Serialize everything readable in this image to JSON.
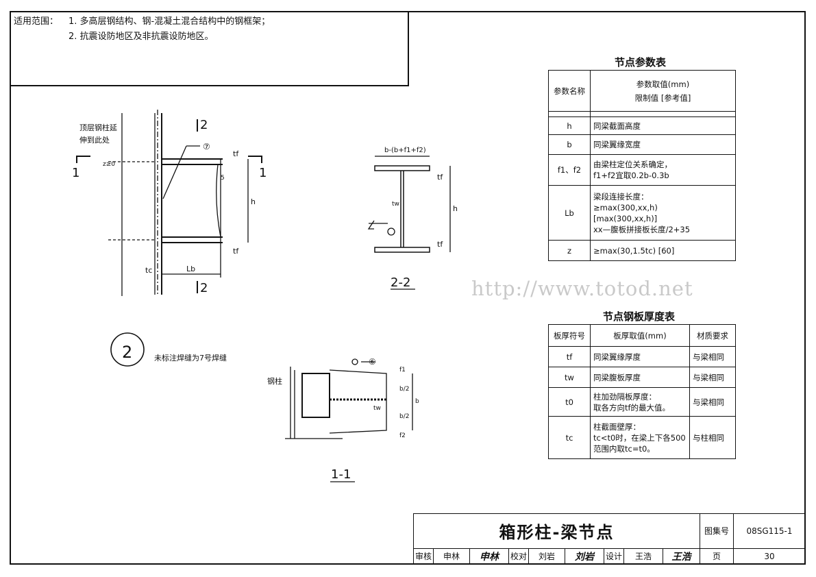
{
  "scope": {
    "label": "适用范围：",
    "item1": "1. 多高层钢结构、钢-混凝土混合结构中的钢框架；",
    "item2": "2. 抗震设防地区及非抗震设防地区。"
  },
  "elevation": {
    "note_line1": "顶层钢柱延",
    "note_line2": "伸到此处",
    "section_mark": "1",
    "section_mark_2": "2",
    "weld_no": "⑦",
    "dim_tf": "tf",
    "dim_z": "z≥0",
    "dim_h": "h",
    "dim_tc": "tc",
    "dim_lb": "Lb",
    "dim_5": "5"
  },
  "section22": {
    "label": "2-2",
    "dim_top": "b-(b+f1+f2)",
    "dim_tf": "tf",
    "dim_h": "h",
    "dim_tw": "tw"
  },
  "detail": {
    "number": "2",
    "note": "未标注焊缝为7号焊缝"
  },
  "section11": {
    "label": "1-1",
    "column_label": "钢柱",
    "weld_no": "⑥",
    "dim_f1": "f1",
    "dim_b2a": "b/2",
    "dim_b": "b",
    "dim_b2b": "b/2",
    "dim_f2": "f2",
    "dim_tw": "tw"
  },
  "param_table": {
    "title": "节点参数表",
    "head_name": "参数名称",
    "head_value_1": "参数取值(mm)",
    "head_value_2": "限制值 [参考值]",
    "rows": [
      {
        "name": "h",
        "value": "同梁截面高度"
      },
      {
        "name": "b",
        "value": "同梁翼缘宽度"
      },
      {
        "name": "f1、f2",
        "value": "由梁柱定位关系确定，\nf1+f2宜取0.2b-0.3b"
      },
      {
        "name": "Lb",
        "value": "梁段连接长度：\n≥max(300,xx,h)\n[max(300,xx,h)]\nxx—腹板拼接板长度/2+35"
      },
      {
        "name": "z",
        "value": "≥max(30,1.5tc)  [60]"
      }
    ]
  },
  "thick_table": {
    "title": "节点钢板厚度表",
    "head_symbol": "板厚符号",
    "head_value": "板厚取值(mm)",
    "head_material": "材质要求",
    "rows": [
      {
        "symbol": "tf",
        "value": "同梁翼缘厚度",
        "material": "与梁相同"
      },
      {
        "symbol": "tw",
        "value": "同梁腹板厚度",
        "material": "与梁相同"
      },
      {
        "symbol": "t0",
        "value": "柱加劲隔板厚度：\n取各方向tf的最大值。",
        "material": "与梁相同"
      },
      {
        "symbol": "tc",
        "value": "柱截面壁厚：\ntc<t0时，在梁上下各500\n范围内取tc=t0。",
        "material": "与柱相同"
      }
    ]
  },
  "watermark": "http://www.totod.net",
  "title_block": {
    "title": "箱形柱-梁节点",
    "atlas_label": "图集号",
    "atlas_no": "08SG115-1",
    "review_label": "审核",
    "reviewer": "申林",
    "review_sig": "申林",
    "check_label": "校对",
    "checker": "刘岩",
    "check_sig": "刘岩",
    "design_label": "设计",
    "designer": "王浩",
    "design_sig": "王浩",
    "page_label": "页",
    "page_no": "30"
  }
}
